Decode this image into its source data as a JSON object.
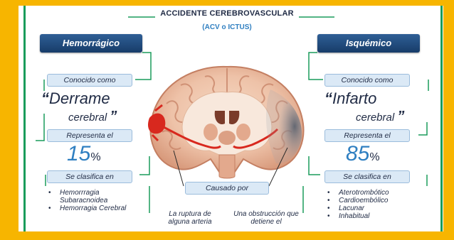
{
  "title": "ACCIDENTE CEREBROVASCULAR",
  "subtitle": "(ACV o ICTUS)",
  "left": {
    "heading": "Hemorrágico",
    "known_as": "Conocido como",
    "quote_line1": "Derrame",
    "quote_line2": "cerebral",
    "represents": "Representa el",
    "percent": "15",
    "classified": "Se clasifica en",
    "items": [
      "Hemorrragia Subaracnoidea",
      "Hemorragia Cerebral"
    ]
  },
  "right": {
    "heading": "Isquémico",
    "known_as": "Conocido como",
    "quote_line1": "Infarto",
    "quote_line2": "cerebral",
    "represents": "Representa el",
    "percent": "85",
    "classified": "Se clasifica en",
    "items": [
      "Aterotrombótico",
      "Cardioembólico",
      "Lacunar",
      "Inhabitual"
    ]
  },
  "center": {
    "caused_by": "Causado por",
    "left_cause": "La ruptura de alguna arteria",
    "right_cause": "Una obstrucción que detiene el"
  },
  "symbols": {
    "open_quote": "“",
    "close_quote": "”",
    "percent_sign": "%"
  },
  "colors": {
    "frame": "#f7b500",
    "accent_green": "#1a9c5b",
    "dark_box": "#173c69",
    "light_box": "#dbe9f6",
    "hemorrhage_red": "#d8281e",
    "ischemia_gray": "#7a7f8c"
  }
}
